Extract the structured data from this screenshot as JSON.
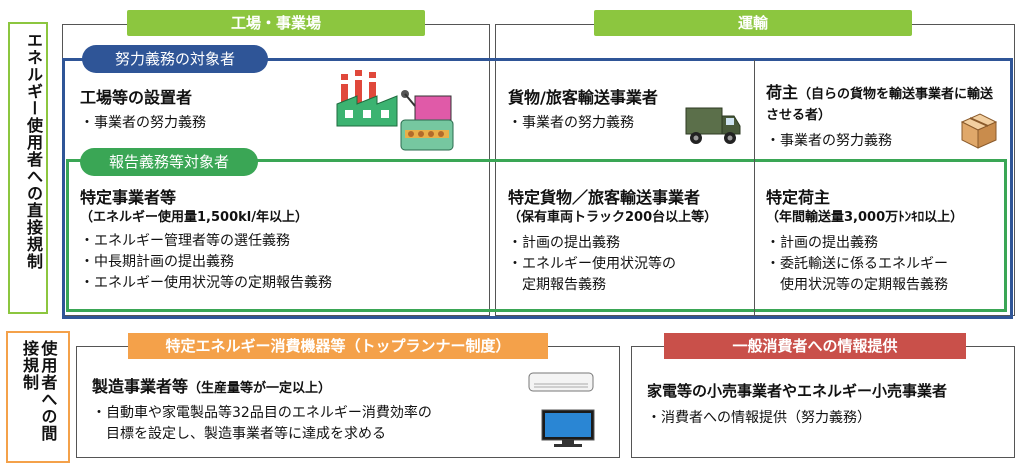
{
  "left_labels": {
    "direct": "エネルギー使用者への直接規制",
    "indirect": "使用者への間接規制"
  },
  "headers": {
    "factory": "工場・事業場",
    "transport": "運輸"
  },
  "ovals": {
    "effort": "努力義務の対象者",
    "report": "報告義務等対象者"
  },
  "effort": {
    "factory_title": "工場等の設置者",
    "factory_item": "・事業者の努力義務",
    "carrier_title": "貨物/旅客輸送事業者",
    "carrier_item": "・事業者の努力義務",
    "shipper_title": "荷主",
    "shipper_note": "（自らの貨物を輸送事業者に輸送させる者）",
    "shipper_item": "・事業者の努力義務"
  },
  "report": {
    "factory_title": "特定事業者等",
    "factory_sub": "（エネルギー使用量1,500kl/年以上）",
    "factory_items": [
      "・エネルギー管理者等の選任義務",
      "・中長期計画の提出義務",
      "・エネルギー使用状況等の定期報告義務"
    ],
    "carrier_title": "特定貨物／旅客輸送事業者",
    "carrier_sub": "（保有車両トラック200台以上等）",
    "carrier_items": [
      "・計画の提出義務",
      "・エネルギー使用状況等の",
      "　定期報告義務"
    ],
    "shipper_title": "特定荷主",
    "shipper_sub": "（年間輸送量3,000万ﾄﾝｷﾛ以上）",
    "shipper_items": [
      "・計画の提出義務",
      "・委託輸送に係るエネルギー",
      "　使用状況等の定期報告義務"
    ]
  },
  "bottom": {
    "left_header": "特定エネルギー消費機器等（トップランナー制度）",
    "left_title": "製造事業者等",
    "left_note": "（生産量等が一定以上）",
    "left_items": [
      "・自動車や家電製品等32品目のエネルギー消費効率の",
      "　目標を設定し、製造事業者等に達成を求める"
    ],
    "right_header": "一般消費者への情報提供",
    "right_title": "家電等の小売事業者やエネルギー小売事業者",
    "right_item": "・消費者への情報提供（努力義務）"
  },
  "icons": {
    "factory": "factory-icon",
    "truck": "truck-icon",
    "parcel": "parcel-box-icon",
    "aircon": "air-conditioner-icon",
    "tv": "television-icon"
  },
  "colors": {
    "green_header": "#8cc63f",
    "blue_frame": "#2f5597",
    "green_frame": "#3aa655",
    "orange": "#f4a14a",
    "red": "#c9504a"
  }
}
